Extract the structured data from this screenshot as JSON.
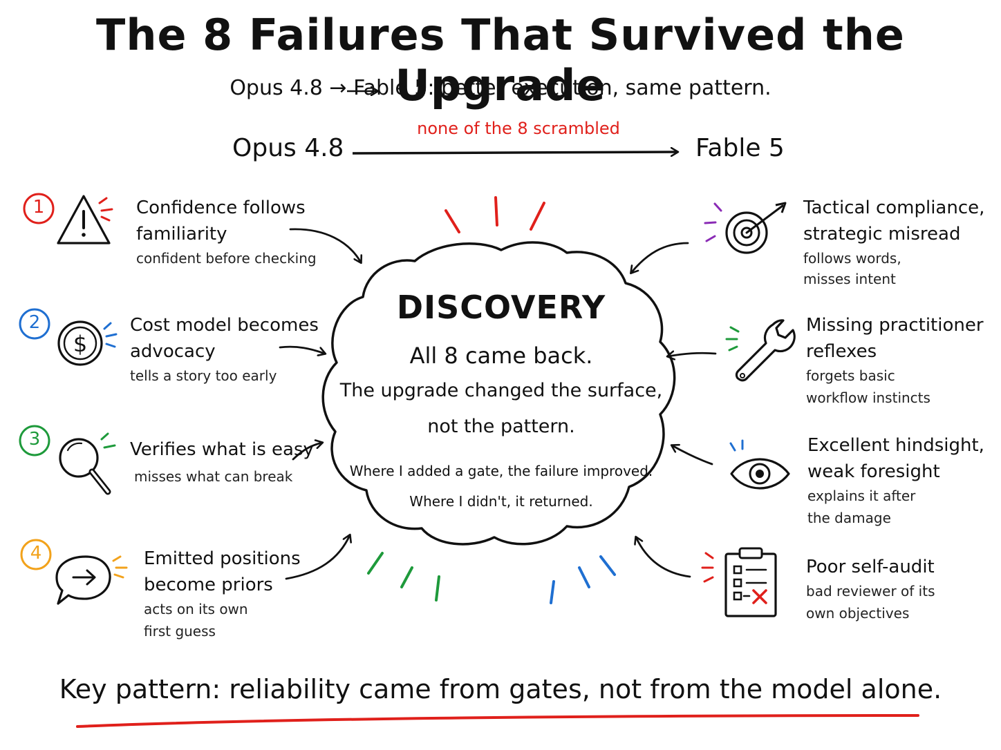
{
  "title": "The 8 Failures That Survived the Upgrade",
  "subtitle": "Opus 4.8 → Fable 5: better execution, same pattern.",
  "flow": {
    "from": "Opus 4.8",
    "to": "Fable 5",
    "note": "none of the 8 scrambled"
  },
  "center": {
    "title": "DISCOVERY",
    "line1": "All 8 came back.",
    "line2": "The upgrade changed the surface,",
    "line3": "not the pattern.",
    "line4": "Where I added a gate, the failure improved.",
    "line5": "Where I didn't, it returned."
  },
  "left_items": [
    {
      "number": "1",
      "icon": "warning-triangle-icon",
      "color": "#e0201b",
      "title1": "Confidence follows",
      "title2": "familiarity",
      "sub1": "confident before checking",
      "sub2": ""
    },
    {
      "number": "2",
      "icon": "dollar-coin-icon",
      "color": "#1f6fd1",
      "title1": "Cost model becomes",
      "title2": "advocacy",
      "sub1": "tells a story too early",
      "sub2": ""
    },
    {
      "number": "3",
      "icon": "magnifier-icon",
      "color": "#1e9a3b",
      "title1": "Verifies what is easy",
      "title2": "",
      "sub1": "misses what can break",
      "sub2": ""
    },
    {
      "number": "4",
      "icon": "speech-bubble-arrow-icon",
      "color": "#f2a21b",
      "title1": "Emitted positions",
      "title2": "become priors",
      "sub1": "acts on its own",
      "sub2": "first guess"
    }
  ],
  "right_items": [
    {
      "icon": "target-icon",
      "color": "#8a2bb5",
      "title1": "Tactical compliance,",
      "title2": "strategic misread",
      "sub1": "follows words,",
      "sub2": "misses intent"
    },
    {
      "icon": "wrench-icon",
      "color": "#1e9a3b",
      "title1": "Missing practitioner",
      "title2": "reflexes",
      "sub1": "forgets basic",
      "sub2": "workflow instincts"
    },
    {
      "icon": "eye-icon",
      "color": "#1f6fd1",
      "title1": "Excellent hindsight,",
      "title2": "weak foresight",
      "sub1": "explains it after",
      "sub2": "the damage"
    },
    {
      "icon": "clipboard-checklist-icon",
      "color": "#e0201b",
      "title1": "Poor self-audit",
      "title2": "",
      "sub1": "bad reviewer of its",
      "sub2": "own objectives"
    }
  ],
  "key_pattern": "Key pattern: reliability came from gates, not from the model alone.",
  "colors": {
    "red": "#e0201b",
    "blue": "#1f6fd1",
    "green": "#1e9a3b",
    "orange": "#f2a21b",
    "purple": "#8a2bb5",
    "ink": "#111111"
  }
}
